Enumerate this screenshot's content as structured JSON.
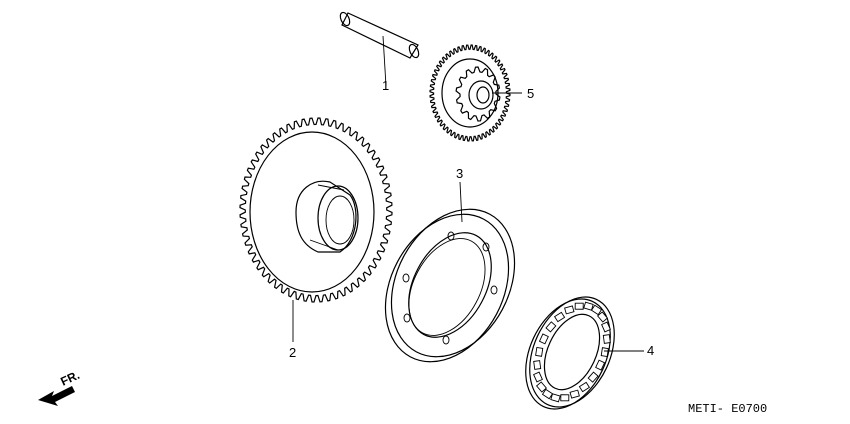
{
  "callouts": {
    "part_1": "1",
    "part_2": "2",
    "part_3": "3",
    "part_4": "4",
    "part_5": "5"
  },
  "direction_label": "FR.",
  "diagram_code": "METI- E0700"
}
